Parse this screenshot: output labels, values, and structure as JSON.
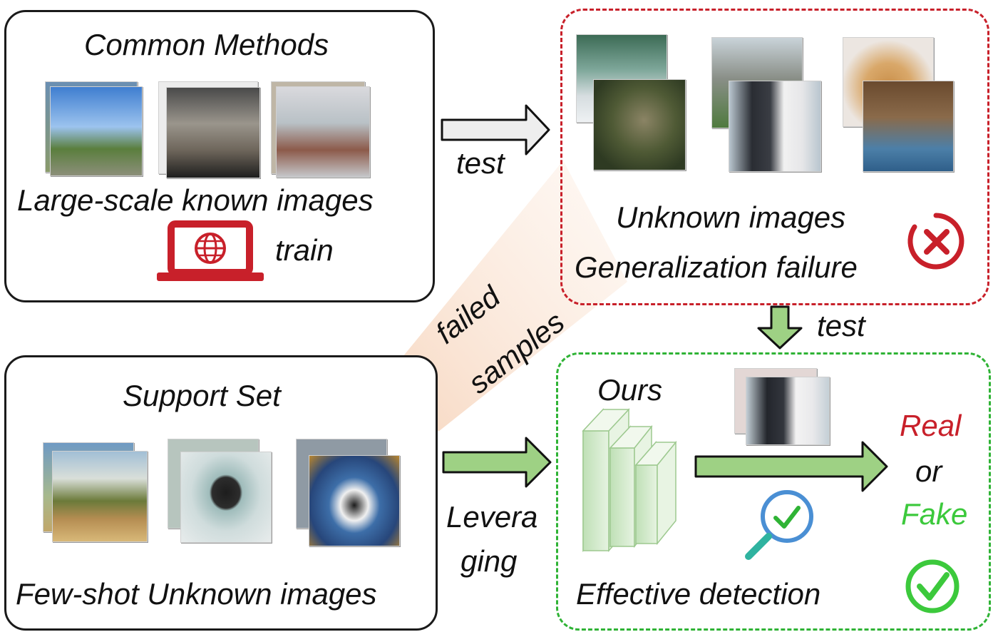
{
  "common": {
    "title": "Common Methods",
    "caption": "Large-scale known images",
    "train_label": "train"
  },
  "unknown": {
    "caption_1": "Unknown images",
    "caption_2": "Generalization failure"
  },
  "support": {
    "title": "Support Set",
    "caption": "Few-shot Unknown images"
  },
  "ours": {
    "title": "Ours",
    "caption": "Effective detection",
    "result_real": "Real",
    "result_or": "or",
    "result_fake": "Fake"
  },
  "arrows": {
    "test_top": "test",
    "test_down": "test",
    "failed_1": "failed",
    "failed_2": "samples",
    "leveraging_1": "Levera",
    "leveraging_2": "ging"
  },
  "colors": {
    "red": "#c8202a",
    "green": "#2fb335",
    "arrow_green": "#9ed184",
    "arrow_gray": "#eeeeee"
  },
  "icons": [
    "laptop-globe-icon",
    "fail-x-icon",
    "magnifier-check-icon",
    "success-check-icon",
    "network-layers-icon"
  ]
}
